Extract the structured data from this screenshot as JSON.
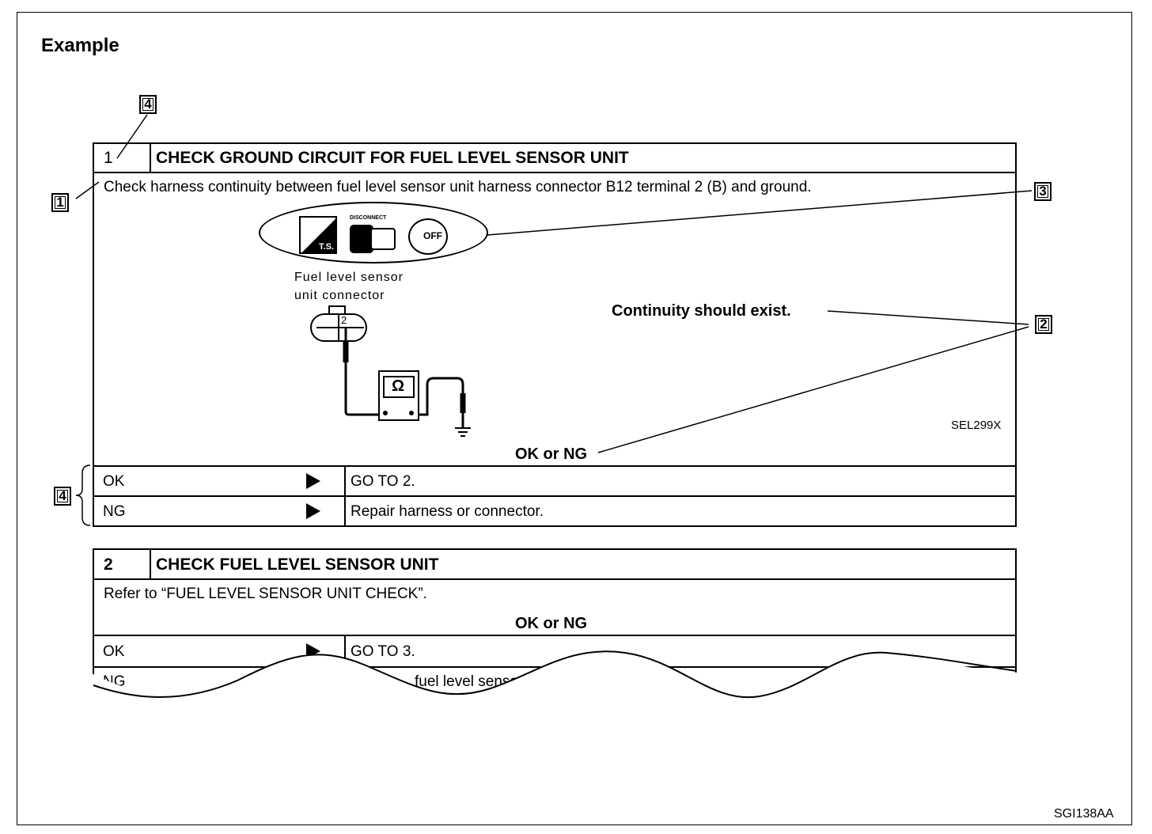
{
  "page": {
    "title": "Example",
    "figure_code": "SGI138AA"
  },
  "callouts": {
    "c1": "1",
    "c2": "2",
    "c3": "3",
    "c4": "4"
  },
  "step1": {
    "number": "1",
    "heading": "CHECK GROUND CIRCUIT FOR FUEL LEVEL SENSOR UNIT",
    "instruction": "Check harness continuity between fuel level sensor unit harness connector B12 terminal 2 (B) and ground.",
    "icons": [
      "ts-icon",
      "disconnect-icon",
      "ignition-off-icon"
    ],
    "icon_label_disconnect": "DISCONNECT",
    "icon_label_ts": "T.S.",
    "icon_label_off": "OFF",
    "connector_label_line1": "Fuel level sensor",
    "connector_label_line2": "unit connector",
    "terminal": "2",
    "ohm_symbol": "Ω",
    "expected": "Continuity should exist.",
    "diagram_code": "SEL299X",
    "ok_or_ng": "OK or NG",
    "results": [
      {
        "result": "OK",
        "action": "GO TO 2."
      },
      {
        "result": "NG",
        "action": "Repair harness or connector."
      }
    ]
  },
  "step2": {
    "number": "2",
    "heading": "CHECK FUEL LEVEL SENSOR UNIT",
    "instruction": "Refer to “FUEL LEVEL SENSOR UNIT CHECK”.",
    "ok_or_ng": "OK or NG",
    "results": [
      {
        "result": "OK",
        "action": "GO TO 3."
      },
      {
        "result": "NG",
        "action": "fuel level sensor"
      }
    ]
  }
}
